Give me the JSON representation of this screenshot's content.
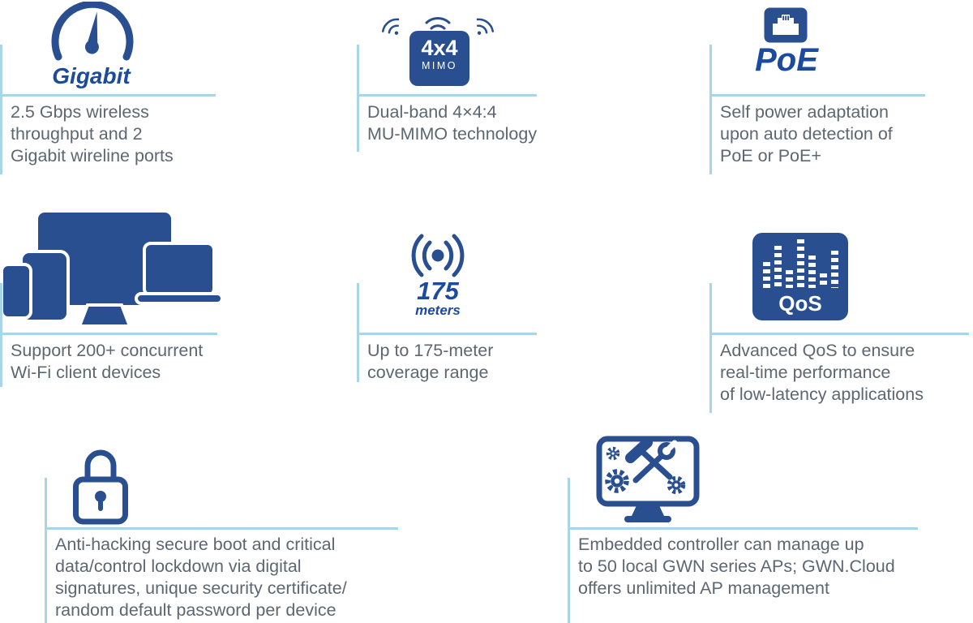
{
  "colors": {
    "icon_navy": "#2a4f90",
    "label_blue": "#1b4b9e",
    "text_gray": "#5d6771",
    "line_blue": "#a9d5e9"
  },
  "features": [
    {
      "name": "gigabit-throughput",
      "icon": "speedometer-icon",
      "icon_label": "Gigabit",
      "text": "2.5 Gbps wireless\nthroughput and 2\nGigabit wireline ports"
    },
    {
      "name": "mu-mimo",
      "icon": "mimo-4x4-icon",
      "icon_label_main": "4x4",
      "icon_label_sub": "MIMO",
      "text": "Dual-band 4×4:4\nMU-MIMO technology"
    },
    {
      "name": "poe",
      "icon": "ethernet-poe-icon",
      "icon_label": "PoE",
      "text": "Self power adaptation\nupon auto detection of\nPoE or PoE+"
    },
    {
      "name": "concurrent-clients",
      "icon": "client-devices-icon",
      "text": "Support 200+ concurrent\nWi-Fi client devices"
    },
    {
      "name": "coverage-range",
      "icon": "signal-range-icon",
      "icon_label_main": "175",
      "icon_label_sub": "meters",
      "text": "Up to 175-meter\ncoverage range"
    },
    {
      "name": "qos",
      "icon": "qos-equalizer-icon",
      "icon_label": "QoS",
      "text": "Advanced QoS to ensure\nreal-time performance\nof low-latency applications"
    },
    {
      "name": "security",
      "icon": "padlock-icon",
      "text": "Anti-hacking secure boot and critical\ndata/control lockdown via digital\nsignatures, unique security certificate/\nrandom default password per device"
    },
    {
      "name": "embedded-controller",
      "icon": "controller-monitor-icon",
      "text": "Embedded controller can manage up\nto 50 local GWN series APs; GWN.Cloud\noffers unlimited AP management"
    }
  ]
}
